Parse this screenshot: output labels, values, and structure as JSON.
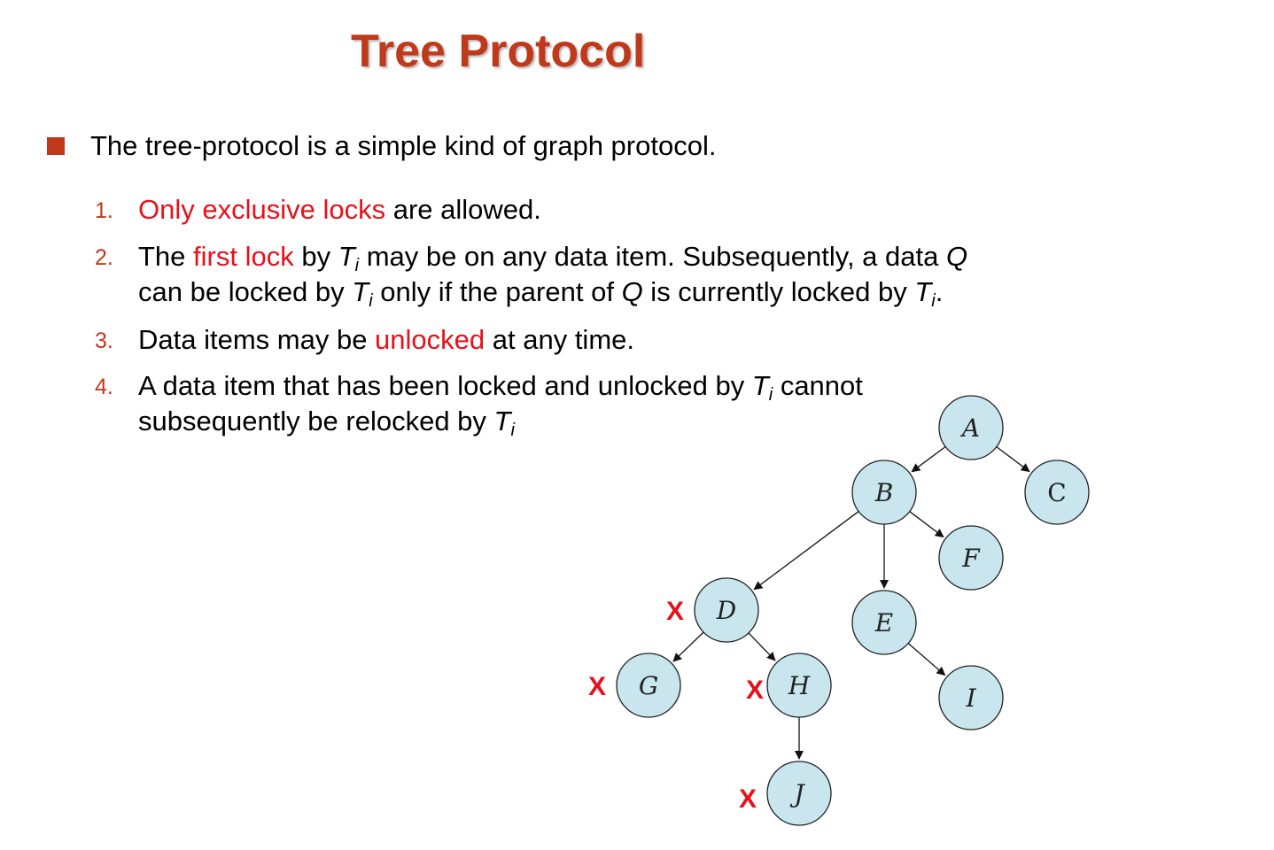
{
  "title": "Tree Protocol",
  "main_point": "The tree-protocol is a simple kind of graph protocol.",
  "rules": [
    {
      "number": "1.",
      "lines": [
        [
          {
            "t": "Only exclusive locks",
            "red": true
          },
          {
            "t": " are allowed."
          }
        ]
      ]
    },
    {
      "number": "2.",
      "lines": [
        [
          {
            "t": "The "
          },
          {
            "t": "first lock",
            "red": true
          },
          {
            "t": " by "
          },
          {
            "t": "T",
            "it": true
          },
          {
            "t": "i",
            "sub": true
          },
          {
            "t": " may be on any data item. Subsequently, a data "
          },
          {
            "t": "Q",
            "it": true
          }
        ],
        [
          {
            "t": "can be locked by "
          },
          {
            "t": "T",
            "it": true
          },
          {
            "t": "i",
            "sub": true
          },
          {
            "t": " only if the parent of "
          },
          {
            "t": "Q",
            "it": true
          },
          {
            "t": " is currently locked by "
          },
          {
            "t": "T",
            "it": true
          },
          {
            "t": "i",
            "sub": true
          },
          {
            "t": "."
          }
        ]
      ]
    },
    {
      "number": "3.",
      "lines": [
        [
          {
            "t": "Data items may be "
          },
          {
            "t": "unlocked",
            "red": true
          },
          {
            "t": " at any time."
          }
        ]
      ]
    },
    {
      "number": "4.",
      "lines": [
        [
          {
            "t": "A data item that has been locked and unlocked by "
          },
          {
            "t": "T",
            "it": true
          },
          {
            "t": "i",
            "sub": true
          },
          {
            "t": "  cannot"
          }
        ],
        [
          {
            "t": "subsequently be relocked by "
          },
          {
            "t": "T",
            "it": true
          },
          {
            "t": "i",
            "sub": true
          }
        ]
      ]
    }
  ],
  "tree": {
    "node_fill": "#c9e6ee",
    "nodes": [
      "A",
      "B",
      "C",
      "D",
      "E",
      "F",
      "G",
      "H",
      "I",
      "J"
    ],
    "edges": [
      [
        "A",
        "B"
      ],
      [
        "A",
        "C"
      ],
      [
        "B",
        "D"
      ],
      [
        "B",
        "E"
      ],
      [
        "B",
        "F"
      ],
      [
        "D",
        "G"
      ],
      [
        "D",
        "H"
      ],
      [
        "E",
        "I"
      ],
      [
        "H",
        "J"
      ]
    ],
    "marked_nodes": [
      "D",
      "G",
      "H",
      "J"
    ],
    "mark_text": "X"
  },
  "colors": {
    "title": "#c0391b",
    "bullet": "#c0391b",
    "highlight": "#e8101a",
    "mark": "#e8101a"
  }
}
